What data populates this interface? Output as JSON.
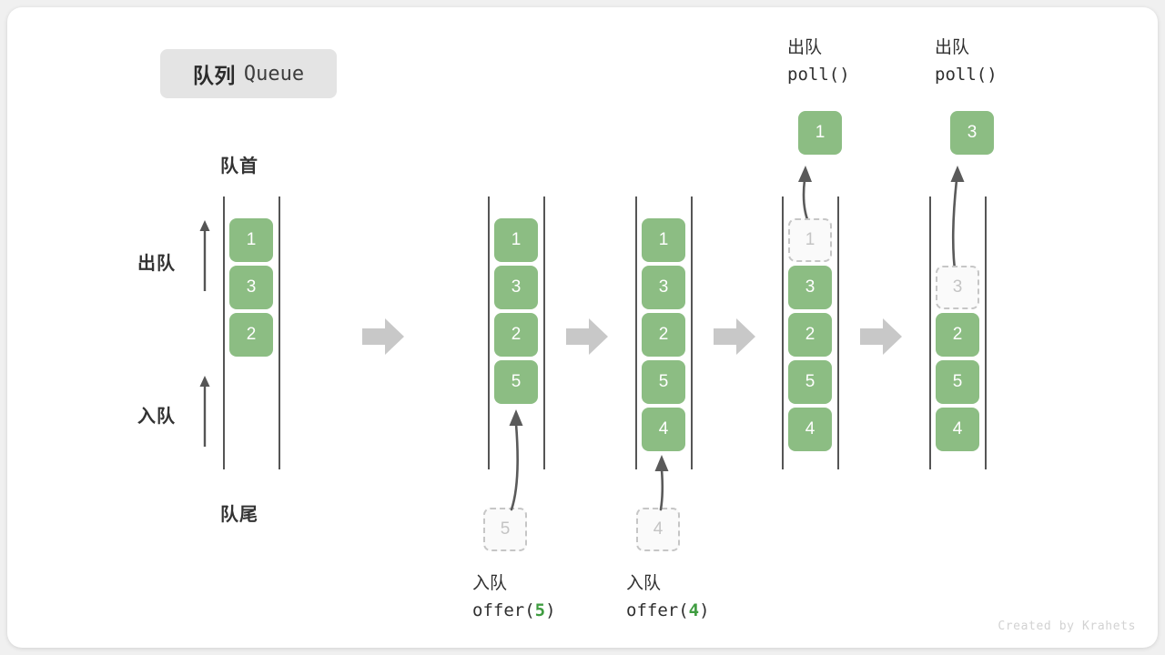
{
  "title": {
    "cn": "队列",
    "en": "Queue"
  },
  "labels": {
    "head": "队首",
    "tail": "队尾",
    "dequeue": "出队",
    "enqueue": "入队"
  },
  "colors": {
    "cell_green": "#8cbd83",
    "ghost_border": "#c6c6c6",
    "rail": "#555555",
    "block_arrow": "#c8c8c8",
    "accent_text": "#3f9c40",
    "chip_bg": "#e4e4e4"
  },
  "stages": [
    {
      "id": "initial",
      "cells": [
        "1",
        "3",
        "2"
      ],
      "ghost_index": -1,
      "ghost_value": ""
    },
    {
      "id": "after-offer-5",
      "cells": [
        "1",
        "3",
        "2",
        "5"
      ],
      "ghost_index": -1,
      "ghost_value": ""
    },
    {
      "id": "after-offer-4",
      "cells": [
        "1",
        "3",
        "2",
        "5",
        "4"
      ],
      "ghost_index": -1,
      "ghost_value": ""
    },
    {
      "id": "after-poll-1",
      "cells": [
        "1",
        "3",
        "2",
        "5",
        "4"
      ],
      "ghost_index": 0,
      "ghost_value": "1"
    },
    {
      "id": "after-poll-3",
      "cells": [
        "",
        "3",
        "2",
        "5",
        "4"
      ],
      "ghost_index": 1,
      "ghost_value": "3"
    }
  ],
  "operations": {
    "offer_5": {
      "cn": "入队",
      "fn_prefix": "offer(",
      "arg": "5",
      "fn_suffix": ")",
      "pending_value": "5"
    },
    "offer_4": {
      "cn": "入队",
      "fn_prefix": "offer(",
      "arg": "4",
      "fn_suffix": ")",
      "pending_value": "4"
    },
    "poll_1": {
      "cn": "出队",
      "fn": "poll()",
      "returned_value": "1"
    },
    "poll_2": {
      "cn": "出队",
      "fn": "poll()",
      "returned_value": "3"
    }
  },
  "watermark": "Created by Krahets"
}
